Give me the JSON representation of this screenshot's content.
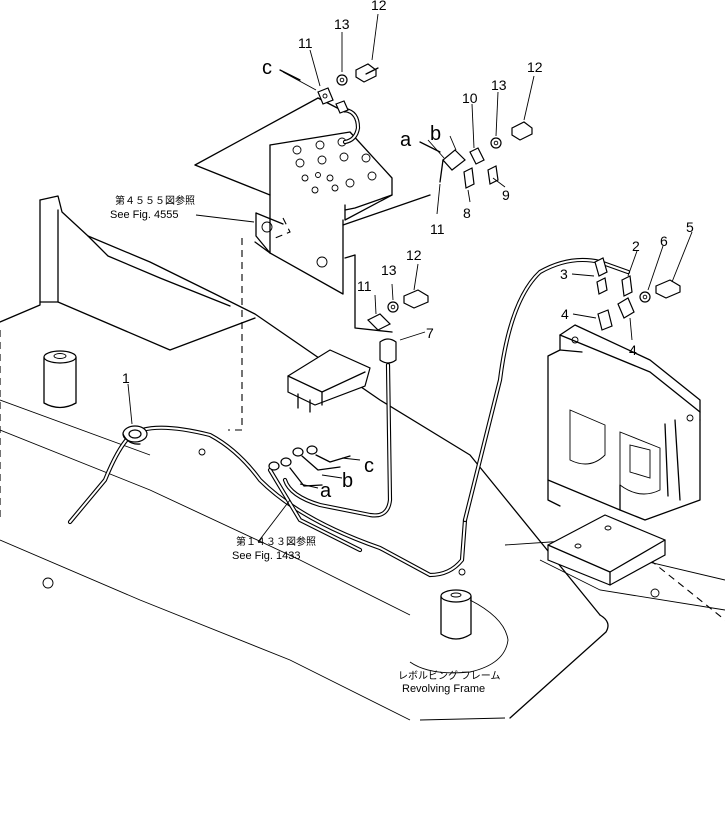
{
  "parts": {
    "p1": "1",
    "p2": "2",
    "p3": "3",
    "p4a": "4",
    "p4b": "4",
    "p5": "5",
    "p6": "6",
    "p7": "7",
    "p8": "8",
    "p9": "9",
    "p10": "10",
    "p11a": "11",
    "p11b": "11",
    "p11c": "11",
    "p12a": "12",
    "p12b": "12",
    "p12c": "12",
    "p13a": "13",
    "p13b": "13",
    "p13c": "13"
  },
  "connections": {
    "c_top": "c",
    "a_top": "a",
    "b_top": "b",
    "a_bottom": "a",
    "b_bottom": "b",
    "c_bottom": "c"
  },
  "references": {
    "fig4555_jp": "第４５５５図参照",
    "fig4555_en": "See Fig. 4555",
    "fig1433_jp": "第１４３３図参照",
    "fig1433_en": "See Fig. 1433"
  },
  "frame": {
    "label_jp": "レボルビング フレーム",
    "label_en": "Revolving Frame"
  }
}
